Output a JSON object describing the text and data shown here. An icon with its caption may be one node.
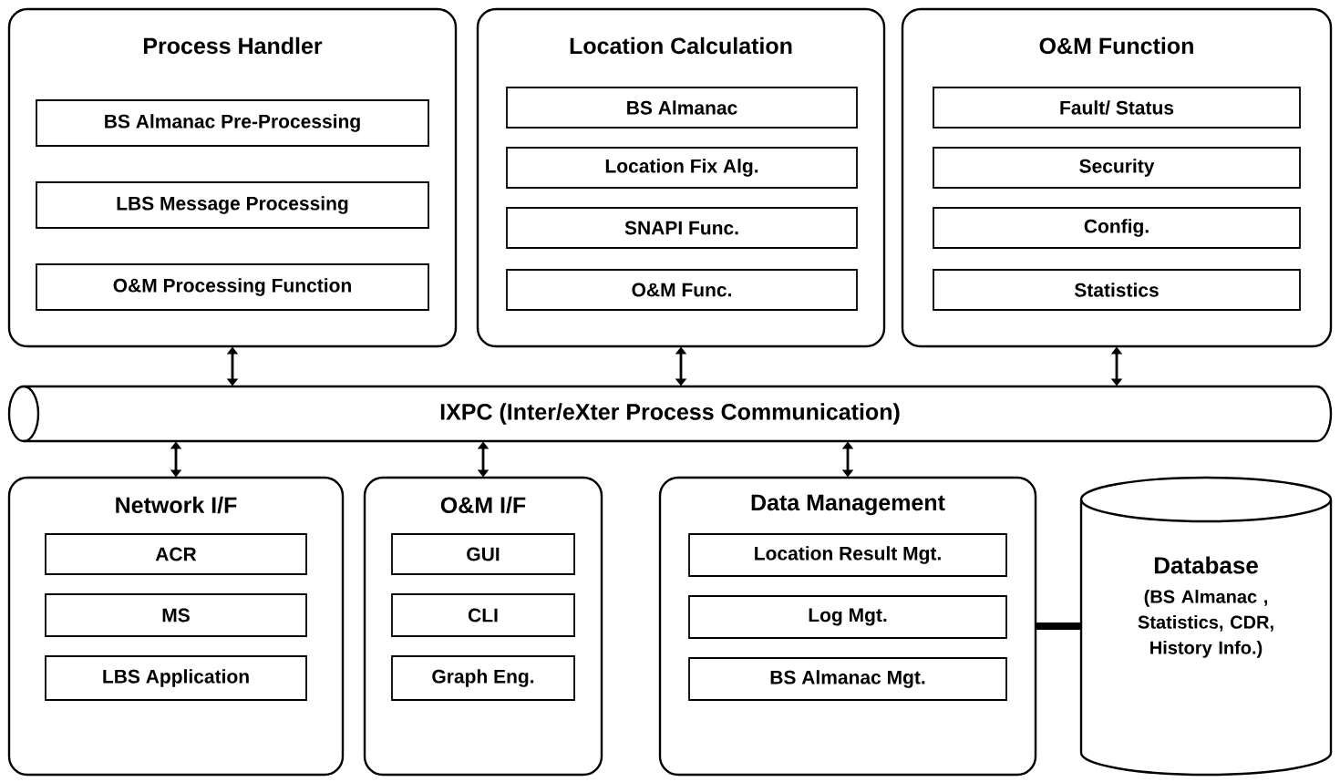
{
  "diagram": {
    "nodes": [
      {
        "text": [
          "Process Handler"
        ]
      },
      {
        "text": [
          "BS Almanac Pre-Processing"
        ],
        "in": 0
      },
      {
        "text": [
          "LBS Message Processing"
        ],
        "in": 0
      },
      {
        "text": [
          "O&M Processing Function"
        ],
        "in": 0
      },
      {
        "text": [
          "Location Calculation"
        ]
      },
      {
        "text": [
          "BS Almanac"
        ],
        "in": 4
      },
      {
        "text": [
          "Location Fix Alg."
        ],
        "in": 4
      },
      {
        "text": [
          "SNAPI Func."
        ],
        "in": 4
      },
      {
        "text": [
          "O&M Func."
        ],
        "in": 4
      },
      {
        "text": [
          "O&M Function"
        ]
      },
      {
        "text": [
          "Fault/ Status"
        ],
        "in": 9
      },
      {
        "text": [
          "Security"
        ],
        "in": 9
      },
      {
        "text": [
          "Config."
        ],
        "in": 9
      },
      {
        "text": [
          "Statistics"
        ],
        "in": 9
      },
      {
        "text": [
          "IXPC (Inter/eXter Process Communication)"
        ]
      },
      {
        "text": [
          "Network I/F"
        ]
      },
      {
        "text": [
          "ACR"
        ],
        "in": 15
      },
      {
        "text": [
          "MS"
        ],
        "in": 15
      },
      {
        "text": [
          "LBS Application"
        ],
        "in": 15
      },
      {
        "text": [
          "O&M I/F"
        ]
      },
      {
        "text": [
          "GUI"
        ],
        "in": 19
      },
      {
        "text": [
          "CLI"
        ],
        "in": 19
      },
      {
        "text": [
          "Graph Eng."
        ],
        "in": 19
      },
      {
        "text": [
          "Data Management"
        ]
      },
      {
        "text": [
          "Location Result Mgt."
        ],
        "in": 23
      },
      {
        "text": [
          "Log Mgt."
        ],
        "in": 23
      },
      {
        "text": [
          "BS Almanac Mgt."
        ],
        "in": 23
      },
      {
        "text": [
          "Database",
          "(BS Almanac , Statistics, CDR, History Info.)"
        ]
      }
    ],
    "edges": [
      {
        "from": 0,
        "to": 14,
        "arrow": "both"
      },
      {
        "from": 4,
        "to": 14,
        "arrow": "both"
      },
      {
        "from": 9,
        "to": 14,
        "arrow": "both"
      },
      {
        "from": 15,
        "to": 14,
        "arrow": "both"
      },
      {
        "from": 19,
        "to": 14,
        "arrow": "both"
      },
      {
        "from": 23,
        "to": 14,
        "arrow": "both"
      },
      {
        "from": 23,
        "to": 27,
        "arrow": "none",
        "style": "thick"
      }
    ]
  }
}
